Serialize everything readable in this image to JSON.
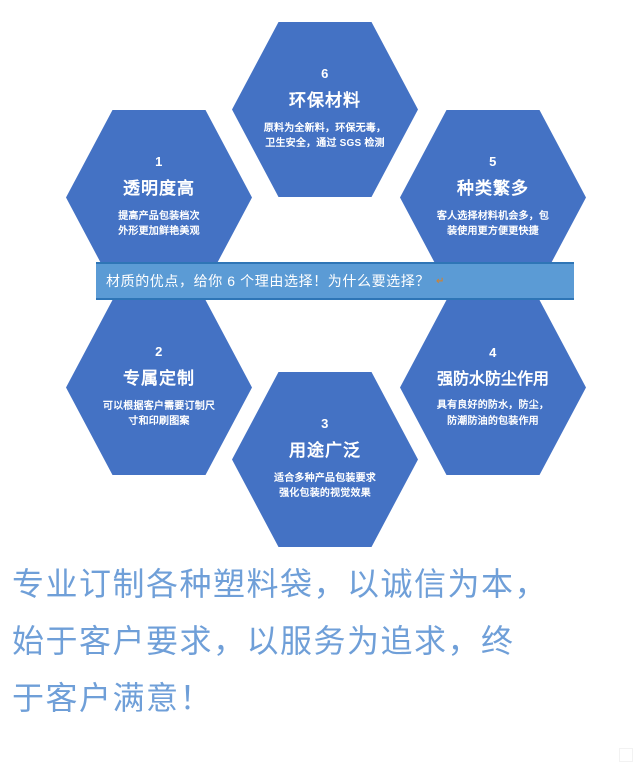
{
  "colors": {
    "hex_fill": "#4472C4",
    "banner_fill": "#5B9BD5",
    "banner_border": "#2E75B6",
    "slogan_text": "#6F9FD8",
    "hex_text": "#FFFFFF",
    "pilcrow": "#C8843C",
    "background": "#FFFFFF"
  },
  "banner": {
    "text": "材质的优点，给你 6 个理由选择！为什么要选择？",
    "pilcrow": "↵"
  },
  "hexagons": [
    {
      "id": "hex-1",
      "number": "1",
      "title": "透明度高",
      "desc": "提高产品包装档次外形更加鲜艳美观",
      "desc_lines": [
        "提高产品包装档次",
        "外形更加鲜艳美观"
      ],
      "pilcrow": "↵"
    },
    {
      "id": "hex-2",
      "number": "2",
      "title": "专属定制",
      "desc": "可以根据客户需要订制尺寸和印刷图案",
      "desc_lines": [
        "可以根据客户需要订制尺",
        "寸和印刷图案"
      ],
      "pilcrow": "↵"
    },
    {
      "id": "hex-3",
      "number": "3",
      "title": "用途广泛",
      "desc": "适合多种产品包装要求强化包装的视觉效果",
      "desc_lines": [
        "适合多种产品包装要求",
        "强化包装的视觉效果"
      ],
      "pilcrow": "↵"
    },
    {
      "id": "hex-4",
      "number": "4",
      "title": "强防水防尘作用",
      "desc": "具有良好的防水，防尘，防潮防油的包装作用",
      "desc_lines": [
        "具有良好的防水，防尘，",
        "防潮防油的包装作用"
      ],
      "pilcrow": "↵"
    },
    {
      "id": "hex-5",
      "number": "5",
      "title": "种类繁多",
      "desc": "客人选择材料机会多，包装使用更方便更快捷",
      "desc_lines": [
        "客人选择材料机会多，包",
        "装使用更方便更快捷"
      ],
      "pilcrow": "↵"
    },
    {
      "id": "hex-6",
      "number": "6",
      "title": "环保材料",
      "desc": "原料为全新料，环保无毒，卫生安全，通过 SGS 检测",
      "desc_lines": [
        "原料为全新料，环保无毒，",
        "卫生安全，通过 SGS 检测"
      ],
      "pilcrow": "↵"
    }
  ],
  "slogan": {
    "line1": "专业订制各种塑料袋，以诚信为本，",
    "line2": "始于客户要求，以服务为追求，终",
    "line3": "于客户满意！"
  }
}
